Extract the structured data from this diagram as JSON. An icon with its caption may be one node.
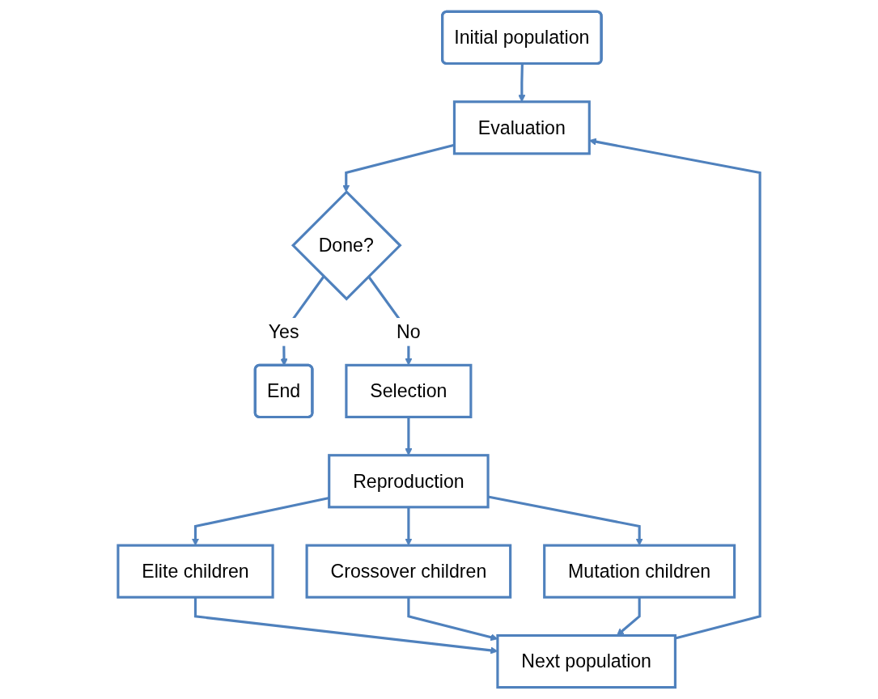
{
  "diagram": {
    "nodes": [
      {
        "text": [
          "Initial population"
        ]
      },
      {
        "text": [
          "Evaluation"
        ]
      },
      {
        "text": [
          "Done?"
        ]
      },
      {
        "text": [
          "End"
        ]
      },
      {
        "text": [
          "Selection"
        ]
      },
      {
        "text": [
          "Reproduction"
        ]
      },
      {
        "text": [
          "Elite children"
        ]
      },
      {
        "text": [
          "Crossover children"
        ]
      },
      {
        "text": [
          "Mutation children"
        ]
      },
      {
        "text": [
          "Next population"
        ]
      }
    ],
    "edges": [
      {
        "from": 0,
        "to": 1,
        "arrow": "to"
      },
      {
        "from": 1,
        "to": 2,
        "arrow": "to"
      },
      {
        "from": 2,
        "to": 3,
        "arrow": "to",
        "label": "Yes"
      },
      {
        "from": 2,
        "to": 4,
        "arrow": "to",
        "label": "No"
      },
      {
        "from": 4,
        "to": 5,
        "arrow": "to"
      },
      {
        "from": 5,
        "to": 6,
        "arrow": "to"
      },
      {
        "from": 5,
        "to": 7,
        "arrow": "to"
      },
      {
        "from": 5,
        "to": 8,
        "arrow": "to"
      },
      {
        "from": 6,
        "to": 9,
        "arrow": "to"
      },
      {
        "from": 7,
        "to": 9,
        "arrow": "to"
      },
      {
        "from": 8,
        "to": 9,
        "arrow": "to"
      },
      {
        "from": 9,
        "to": 1,
        "arrow": "to"
      }
    ]
  }
}
